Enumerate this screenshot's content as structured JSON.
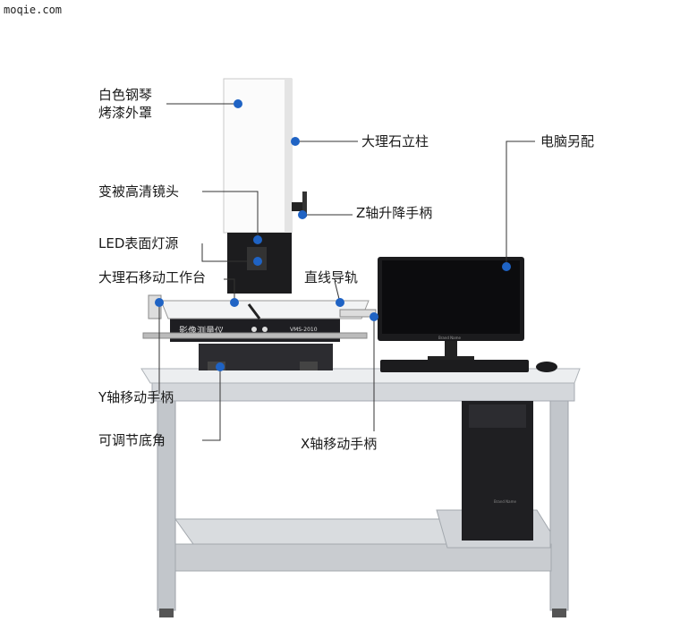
{
  "watermark": "moqie.com",
  "labels": {
    "cover": "白色钢琴\n烤漆外罩",
    "column": "大理石立柱",
    "computer": "电脑另配",
    "lens": "变被高清镜头",
    "z_handle": "Z轴升降手柄",
    "led": "LED表面灯源",
    "worktable": "大理石移动工作台",
    "guide_rail": "直线导轨",
    "y_handle": "Y轴移动手柄",
    "feet": "可调节底角",
    "x_handle": "X轴移动手柄"
  },
  "machine_text": {
    "brand": "影像测量仪",
    "model": "VMS-2010",
    "subtitle": "Vision Measurement",
    "monitor_brand": "Brand Name",
    "tower_brand": "Brand Name"
  },
  "colors": {
    "marker": "#1f63c4",
    "table_frame": "#b9bdc2",
    "tabletop": "#e8eaec",
    "dark": "#1e1e22"
  }
}
